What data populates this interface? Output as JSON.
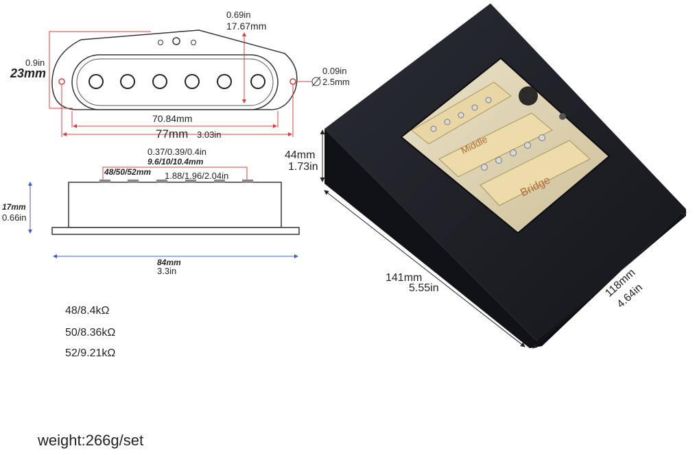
{
  "top_view": {
    "dim_height_in": "0.69in",
    "dim_height_mm": "17.67mm",
    "dim_width_side_in": "0.9in",
    "dim_width_side_mm": "23mm",
    "dim_hole_in": "0.09in",
    "dim_hole_mm": "2.5mm",
    "dim_inner_mm": "70.84mm",
    "dim_outer_mm": "77mm",
    "dim_outer_in": "3.03in"
  },
  "side_view": {
    "pole_height_in": "0.37/0.39/0.4in",
    "pole_height_mm": "9.6/10/10.4mm",
    "pole_spacing_mm": "48/50/52mm",
    "pole_spacing_in": "1.88/1.96/2.04in",
    "height_mm": "17mm",
    "height_in": "0.66in",
    "length_mm": "84mm",
    "length_in": "3.3in"
  },
  "box": {
    "height_mm": "44mm",
    "height_in": "1.73in",
    "width_mm": "141mm",
    "width_in": "5.55in",
    "depth_mm": "118mm",
    "depth_in": "4.64in",
    "label_middle": "Middle",
    "label_bridge": "Bridge"
  },
  "resistance": [
    "48/8.4kΩ",
    "50/8.36kΩ",
    "52/9.21kΩ"
  ],
  "weight": "weight:266g/set",
  "colors": {
    "dim_red": "#e23c3c",
    "dim_blue": "#3b5bd6",
    "box_dark": "#1c1e24",
    "pickup_cream": "#e8d7a4"
  }
}
